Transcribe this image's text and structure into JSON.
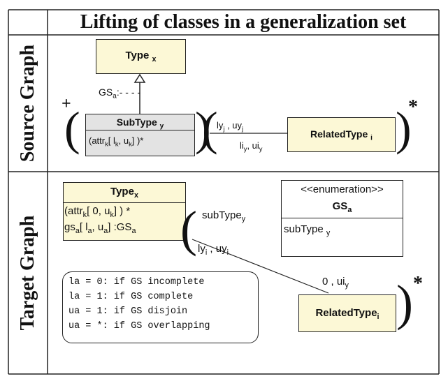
{
  "title": "Lifting of classes in a generalization set",
  "rows": {
    "source_label": "Source Graph",
    "target_label": "Target Graph"
  },
  "source": {
    "type_class": {
      "name": "Type",
      "sub": "x"
    },
    "gs_label": {
      "text": "GS",
      "sub": "a",
      "suffix": ":- - - -"
    },
    "subtype_class": {
      "name": "SubType",
      "sub": "y",
      "attr_text": "(attr",
      "attr_sub": "k",
      "attr_mid": "[ l",
      "attr_sub2": "k",
      "attr_mid2": ", u",
      "attr_sub3": "k",
      "attr_end": "] )*"
    },
    "related_class": {
      "name": "RelatedType",
      "sub": "i"
    },
    "assoc_top": {
      "a": "ly",
      "a_sub": "j",
      "sep": " , uy",
      "b_sub": "j"
    },
    "assoc_bottom": {
      "a": "li",
      "a_sub": "y",
      "sep": ", ui",
      "b_sub": "y"
    },
    "plus": "+",
    "star": "*"
  },
  "target": {
    "type_class": {
      "name": "Type",
      "sub": "x",
      "attr1": "(attr",
      "attr1_sub": "k",
      "attr1_rest": "[ 0, u",
      "attr1_sub2": "k",
      "attr1_end": "] ) *",
      "attr2": "gs",
      "attr2_sub": "a",
      "attr2_mid": "[ l",
      "attr2_sub2": "a",
      "attr2_mid2": ", u",
      "attr2_sub3": "a",
      "attr2_end": "] :GS",
      "attr2_sub4": "a"
    },
    "enum_class": {
      "stereotype": "<<enumeration>>",
      "name": "GS",
      "sub": "a",
      "literal": "subType",
      "literal_sub": "y"
    },
    "subtype_role": {
      "text": "subType",
      "sub": "y"
    },
    "assoc_left": {
      "a": "ly",
      "a_sub": "i",
      "sep": " , uy",
      "b_sub": "i"
    },
    "assoc_right": {
      "a": "0 , ui",
      "a_sub": "y"
    },
    "related_class": {
      "name": "RelatedType",
      "sub": "i"
    },
    "rules": [
      "la = 0: if GS incomplete",
      "la = 1: if GS complete",
      "ua = 1: if GS disjoin",
      "ua = *: if GS overlapping"
    ],
    "star": "*"
  }
}
